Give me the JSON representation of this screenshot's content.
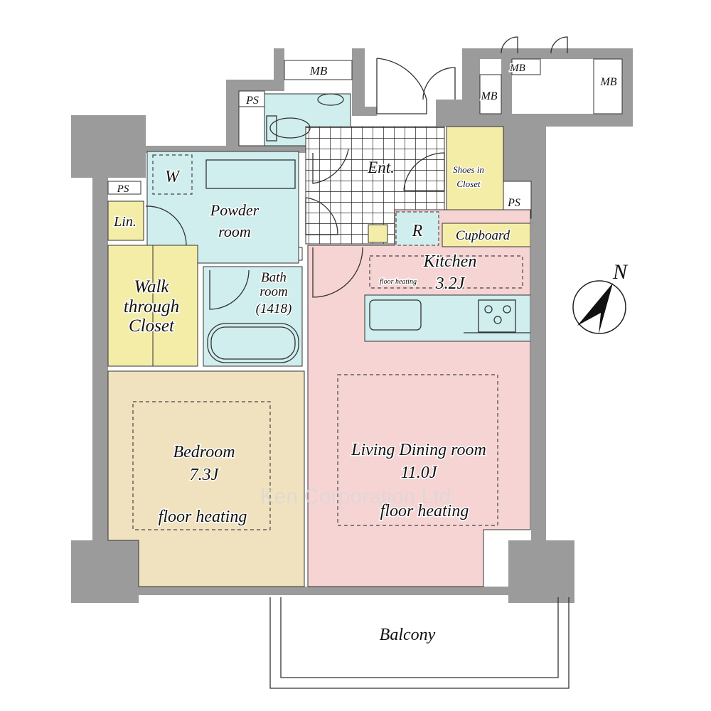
{
  "colors": {
    "wall": "#9b9b9b",
    "wet": "#cfeeed",
    "storage": "#f3eda8",
    "living": "#f7d4d4",
    "bedroom": "#f1e2bf",
    "tile": "#ffffff"
  },
  "rooms": {
    "mb_top": "MB",
    "mb_mid": "MB",
    "mb_right": "MB",
    "mb_side": "MB",
    "ps_top": "PS",
    "ps_left": "PS",
    "ps_right": "PS",
    "w": "W",
    "linen": "Lin.",
    "powder_line1": "Powder",
    "powder_line2": "room",
    "bath_line1": "Bath",
    "bath_line2": "room",
    "bath_line3": "(1418)",
    "walk_line1": "Walk",
    "walk_line2": "through",
    "walk_line3": "Closet",
    "entrance": "Ent.",
    "shoes_line1": "Shoes in",
    "shoes_line2": "Closet",
    "fridge": "R",
    "cupboard": "Cupboard",
    "kitchen_name": "Kitchen",
    "kitchen_size": "3.2J",
    "kitchen_heating": "floor heating",
    "bedroom_name": "Bedroom",
    "bedroom_size": "7.3J",
    "bedroom_heating": "floor heating",
    "ldr_name": "Living Dining room",
    "ldr_size": "11.0J",
    "ldr_heating": "floor heating",
    "balcony": "Balcony"
  },
  "compass": {
    "label": "N"
  },
  "watermark": "Ken Corporation Ltd"
}
